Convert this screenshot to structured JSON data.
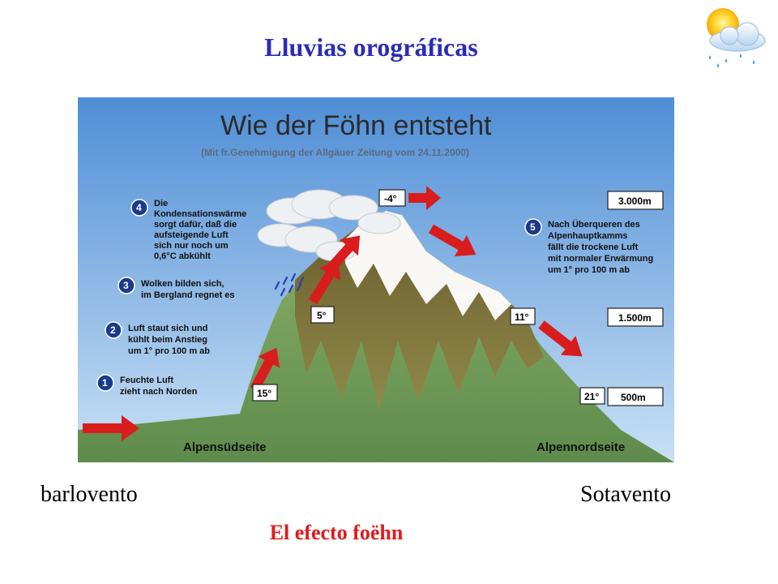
{
  "slide": {
    "title": "Lluvias orográficas",
    "left_label": "barlovento",
    "right_label": "Sotavento",
    "caption": "El efecto foëhn"
  },
  "icons": {
    "weather": "sun-cloud-rain-icon"
  },
  "diagram": {
    "title": "Wie der Föhn entsteht",
    "subtitle": "(Mit fr.Genehmigung der Allgäuer Zeitung vom 24.11.2000)",
    "steps": [
      {
        "number": "1",
        "lines": [
          "Feuchte Luft",
          "zieht nach Norden"
        ]
      },
      {
        "number": "2",
        "lines": [
          "Luft staut sich und",
          "kühlt beim Anstieg",
          "um 1° pro 100 m ab"
        ]
      },
      {
        "number": "3",
        "lines": [
          "Wolken bilden sich,",
          "im Bergland regnet es"
        ]
      },
      {
        "number": "4",
        "lines": [
          "Die",
          "Kondensationswärme",
          "sorgt dafür, daß die",
          "aufsteigende Luft",
          "sich nur noch um",
          "0,6°C abkühlt"
        ]
      },
      {
        "number": "5",
        "lines": [
          "Nach Überqueren des",
          "Alpenhauptkamms",
          "fällt die trockene Luft",
          "mit normaler Erwärmung",
          "um 1° pro 100 m ab"
        ]
      }
    ],
    "temperatures": {
      "windward_low": "15°",
      "windward_mid": "5°",
      "summit": "-4°",
      "leeward_mid": "11°",
      "leeward_low": "21°"
    },
    "altitudes": {
      "high": "3.000m",
      "mid": "1.500m",
      "low": "500m"
    },
    "sides": {
      "south": "Alpensüdseite",
      "north": "Alpennordseite"
    },
    "colors": {
      "sky_top": "#4f8ed6",
      "sky_bottom": "#c9e0f5",
      "arrow": "#d91c1c",
      "mountain_green": "#6e9a57",
      "mountain_brown": "#7a6a38",
      "snow": "#ffffff",
      "step_badge": "#1b3a8c"
    }
  }
}
